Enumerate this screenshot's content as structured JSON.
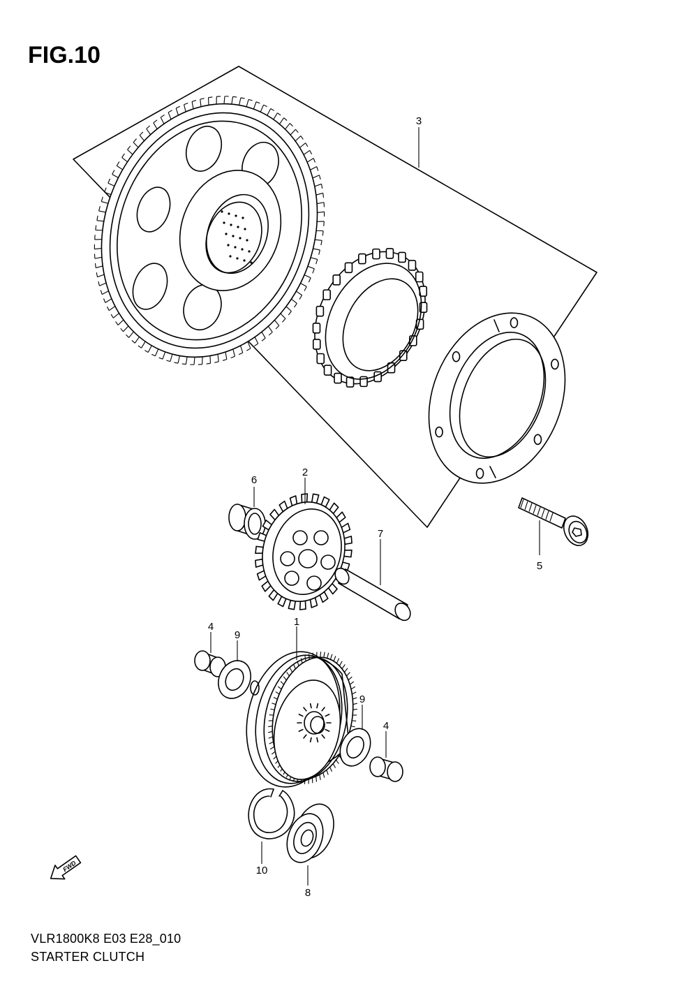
{
  "figure": {
    "title": "FIG.10"
  },
  "footer": {
    "code": "VLR1800K8 E03 E28_010",
    "name": "STARTER CLUTCH"
  },
  "fwd_label": "FWD",
  "callouts": [
    {
      "number": "3"
    },
    {
      "number": "6"
    },
    {
      "number": "2"
    },
    {
      "number": "7"
    },
    {
      "number": "5"
    },
    {
      "number": "4"
    },
    {
      "number": "9"
    },
    {
      "number": "1"
    },
    {
      "number": "9"
    },
    {
      "number": "4"
    },
    {
      "number": "10"
    },
    {
      "number": "8"
    }
  ]
}
